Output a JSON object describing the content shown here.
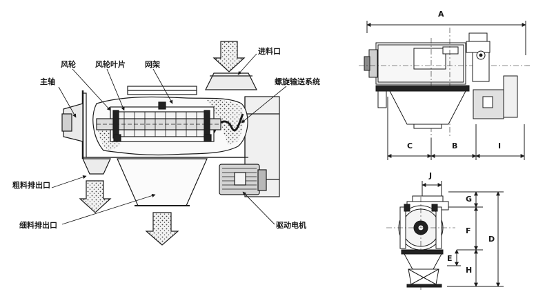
{
  "main_view": {
    "labels": {
      "fan_wheel": "风轮",
      "fan_blade": "风轮叶片",
      "screen_frame": "网架",
      "inlet": "进料口",
      "main_shaft": "主轴",
      "screw_conveyor": "螺旋输送系统",
      "coarse_outlet": "粗料排出口",
      "fine_outlet": "细料排出口",
      "drive_motor": "驱动电机"
    }
  },
  "side_view": {
    "dims": {
      "A": "A",
      "B": "B",
      "C": "C",
      "I": "I"
    }
  },
  "end_view": {
    "dims": {
      "J": "J",
      "G": "G",
      "F": "F",
      "D": "D",
      "E": "E",
      "H": "H"
    }
  },
  "colors": {
    "line": "#1a1a1a",
    "fill_light": "#e6e6e6",
    "fill_mid": "#b8b8b8",
    "fill_dark": "#6a6a6a"
  }
}
